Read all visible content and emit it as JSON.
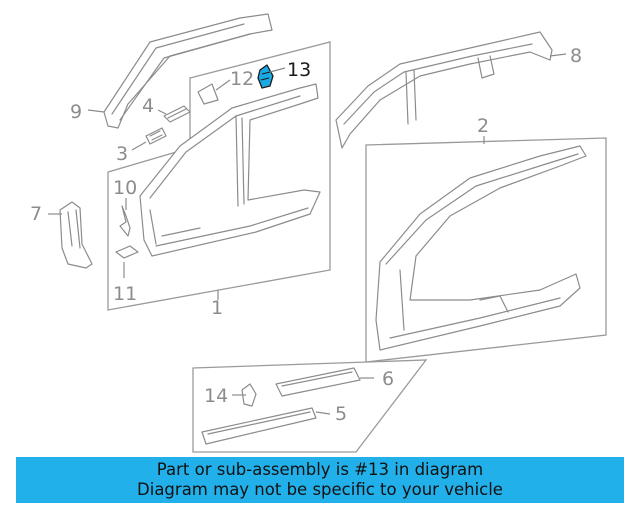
{
  "callouts": {
    "c1": "1",
    "c2": "2",
    "c3": "3",
    "c4": "4",
    "c5": "5",
    "c6": "6",
    "c7": "7",
    "c8": "8",
    "c9": "9",
    "c10": "10",
    "c11": "11",
    "c12": "12",
    "c13": "13",
    "c14": "14"
  },
  "highlight_color": "#1ba9e6",
  "banner": {
    "line1": "Part or sub-assembly is #13 in diagram",
    "line2": "Diagram may not be specific to your vehicle",
    "color": "#22b0ea"
  }
}
